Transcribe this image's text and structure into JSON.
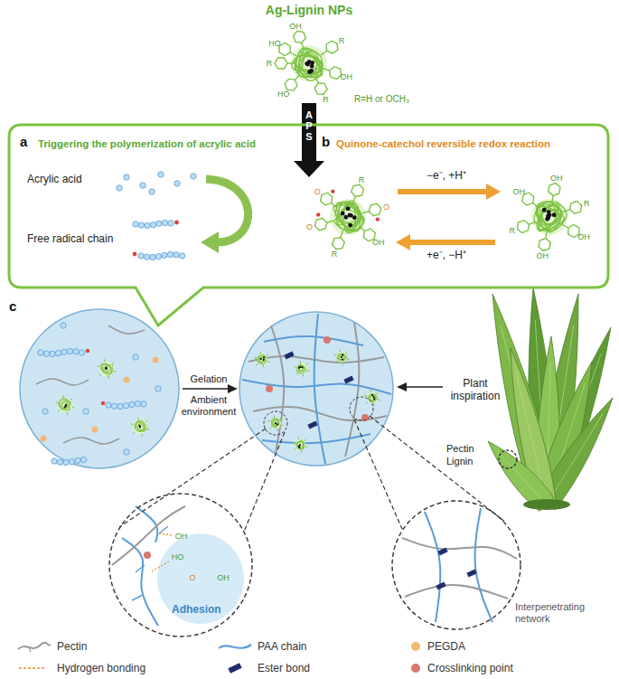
{
  "diagram": {
    "nodes": [
      {
        "text": [
          "a",
          "Triggering the polymerization of acrylic acid",
          "b",
          "Quinone-catechol reversible redox reaction"
        ]
      },
      {
        "text": [
          "Adhesion"
        ]
      },
      {
        "text": [
          "Interpenetrating network"
        ]
      }
    ],
    "labels": [
      "Ag-Lignin NPs",
      "R=H or OCH₃",
      "APS",
      "Acrylic acid",
      "Free radical chain",
      "−e⁻, +H⁺",
      "+e⁻, −H⁺",
      "c",
      "Gelation",
      "Ambient environment",
      "Plant inspiration",
      "Pectin",
      "Lignin",
      "HO",
      "OH",
      "R",
      "OH",
      "R",
      "HO",
      "R",
      "O",
      "R",
      "O",
      "OH",
      "R",
      "O",
      "OH",
      "OH",
      "R",
      "OH",
      "OH",
      "R",
      "OH",
      "HO",
      "O",
      "OH"
    ],
    "legend": [
      {
        "text": "Pectin"
      },
      {
        "text": "PAA chain"
      },
      {
        "text": "PEGDA",
        "color": "#f2b879"
      },
      {
        "text": "Hydrogen bonding"
      },
      {
        "text": "Ester bond",
        "color": "#1f2d6e"
      },
      {
        "text": "Crosslinking point",
        "color": "#d8776c"
      }
    ]
  }
}
